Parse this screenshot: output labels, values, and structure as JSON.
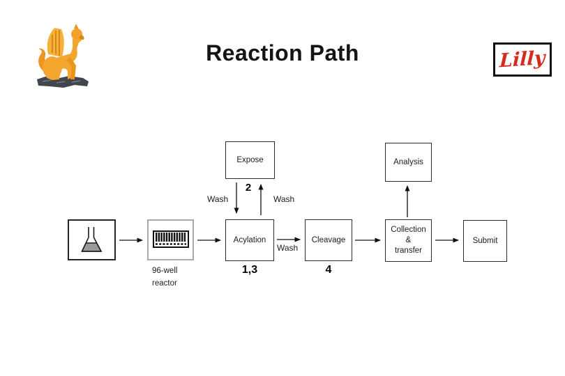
{
  "slide": {
    "title": "Reaction Path"
  },
  "logos": {
    "griffin_icon": "griffin-statue-icon",
    "lilly": {
      "text": "Lilly",
      "color": "#d52b1e"
    }
  },
  "colors": {
    "lilly_red": "#d52b1e",
    "griffin_gold": "#f2a533",
    "rock_gray": "#41454d",
    "box_border": "#2b2b2b",
    "reactor_border": "#a9a9a9",
    "text": "#1c1c1c"
  },
  "diagram": {
    "boxes": {
      "flask": {
        "icon": "flask-icon"
      },
      "reactor": {
        "icon": "well-plate-icon",
        "caption_line1": "96-well",
        "caption_line2": "reactor"
      },
      "expose": {
        "label": "Expose",
        "number": "2"
      },
      "acylation": {
        "label": "Acylation",
        "number": "1,3"
      },
      "cleavage": {
        "label": "Cleavage",
        "number": "4"
      },
      "collection": {
        "line1": "Collection",
        "line2": "&",
        "line3": "transfer"
      },
      "analysis": {
        "label": "Analysis"
      },
      "submit": {
        "label": "Submit"
      }
    },
    "wash_labels": {
      "left": "Wash",
      "right": "Wash",
      "middle": "Wash"
    }
  }
}
